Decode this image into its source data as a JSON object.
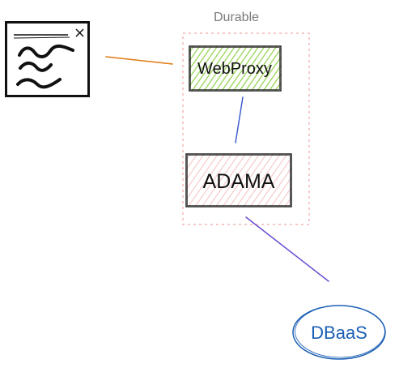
{
  "diagram": {
    "group": {
      "label": "Durable",
      "border_color": "#f2a7a7"
    },
    "nodes": {
      "client": {
        "icon": "document-scribble-icon"
      },
      "webproxy": {
        "label": "WebProxy",
        "fill_color": "#b2e27a"
      },
      "adama": {
        "label": "ADAMA",
        "fill_color": "#f7d6d6"
      },
      "dbaas": {
        "label": "DBaaS",
        "stroke_color": "#1a5fb4"
      }
    },
    "edges": {
      "client_to_webproxy": {
        "color": "#e07a10"
      },
      "webproxy_to_adama": {
        "color": "#3355cc"
      },
      "adama_to_dbaas": {
        "color": "#6a4cd0"
      }
    }
  }
}
